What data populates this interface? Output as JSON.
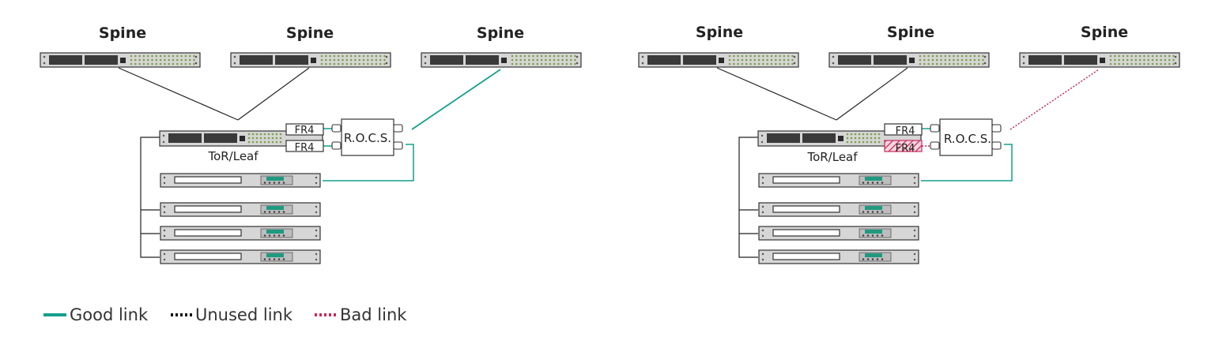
{
  "colors": {
    "good": "#14a08c",
    "unused": "#111111",
    "bad": "#c8285a",
    "device_fill": "#d6d6d6",
    "device_stroke": "#333333",
    "panel": "#3a3a3a",
    "port_green": "#7ca04a",
    "server_display": "#1f9a80"
  },
  "left": {
    "spines": [
      {
        "label": "Spine"
      },
      {
        "label": "Spine"
      },
      {
        "label": "Spine"
      }
    ],
    "tor_label": "ToR/Leaf",
    "fr4_top": "FR4",
    "fr4_bottom": "FR4",
    "rocs_label": "R.O.C.S.",
    "fr4_bottom_failed": false,
    "spine3_link": "good"
  },
  "right": {
    "spines": [
      {
        "label": "Spine"
      },
      {
        "label": "Spine"
      },
      {
        "label": "Spine"
      }
    ],
    "tor_label": "ToR/Leaf",
    "fr4_top": "FR4",
    "fr4_bottom": "FR4",
    "rocs_label": "R.O.C.S.",
    "fr4_bottom_failed": true,
    "spine3_link": "bad"
  },
  "legend": [
    {
      "label": "Good link",
      "style": "good"
    },
    {
      "label": "Unused link",
      "style": "unused"
    },
    {
      "label": "Bad link",
      "style": "bad"
    }
  ]
}
